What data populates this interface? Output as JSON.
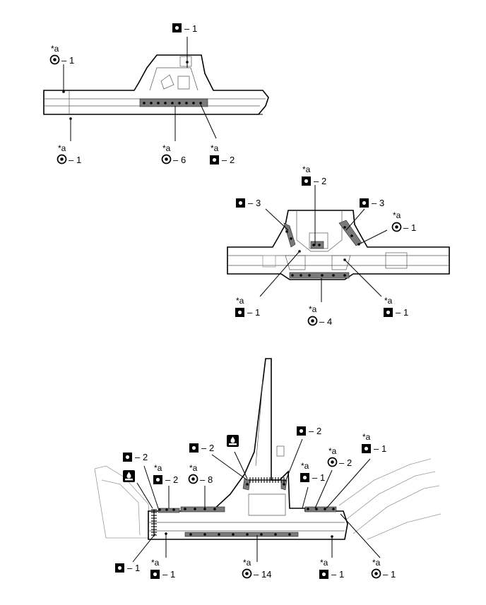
{
  "symbols": {
    "square_spot_weld": "square-spot-weld-icon",
    "round_spot_weld": "round-spot-weld-icon",
    "sealer": "sealer-drop-icon"
  },
  "colors": {
    "line": "#000000",
    "sealer": "#7a7a7a",
    "ghost": "#9a9a9a"
  },
  "callouts": {
    "v1_top": {
      "dash": "–",
      "count": "1"
    },
    "v1_left": {
      "ast": "*a",
      "dash": "–",
      "count": "1"
    },
    "v1_bl": {
      "ast": "*a",
      "dash": "–",
      "count": "1"
    },
    "v1_b6": {
      "ast": "*a",
      "dash": "–",
      "count": "6"
    },
    "v1_b2": {
      "ast": "*a",
      "dash": "–",
      "count": "2"
    },
    "v2_top2": {
      "ast": "*a",
      "dash": "–",
      "count": "2"
    },
    "v2_l3": {
      "dash": "–",
      "count": "3"
    },
    "v2_r3": {
      "dash": "–",
      "count": "3"
    },
    "v2_r1": {
      "ast": "*a",
      "dash": "–",
      "count": "1"
    },
    "v2_bl1": {
      "ast": "*a",
      "dash": "–",
      "count": "1"
    },
    "v2_b4": {
      "ast": "*a",
      "dash": "–",
      "count": "4"
    },
    "v2_br1": {
      "ast": "*a",
      "dash": "–",
      "count": "1"
    },
    "v3_ul2": {
      "dash": "–",
      "count": "2"
    },
    "v3_a2": {
      "ast": "*a",
      "dash": "–",
      "count": "2"
    },
    "v3_a8": {
      "ast": "*a",
      "dash": "–",
      "count": "8"
    },
    "v3_pl2": {
      "dash": "–",
      "count": "2"
    },
    "v3_pr2": {
      "dash": "–",
      "count": "2"
    },
    "v3_m1": {
      "ast": "*a",
      "dash": "–",
      "count": "1"
    },
    "v3_r2": {
      "ast": "*a",
      "dash": "–",
      "count": "2"
    },
    "v3_r1": {
      "ast": "*a",
      "dash": "–",
      "count": "1"
    },
    "v3_bl1": {
      "dash": "–",
      "count": "1"
    },
    "v3_b1": {
      "ast": "*a",
      "dash": "–",
      "count": "1"
    },
    "v3_b14": {
      "ast": "*a",
      "dash": "–",
      "count": "14"
    },
    "v3_br1": {
      "ast": "*a",
      "dash": "–",
      "count": "1"
    },
    "v3_brr1": {
      "ast": "*a",
      "dash": "–",
      "count": "1"
    }
  }
}
